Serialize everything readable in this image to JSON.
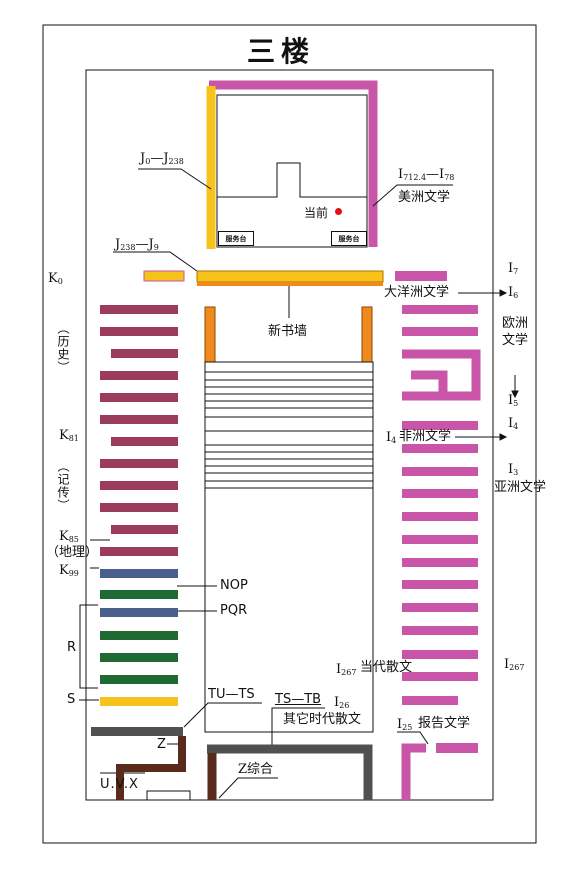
{
  "title": "三楼",
  "service_desk": "服务台",
  "current_location": "当前",
  "colors": {
    "yellow": "#f7c31a",
    "magenta": "#c855a8",
    "maroon": "#9b3d5a",
    "orange": "#f08a1c",
    "navy": "#4a5f8c",
    "green": "#1e6a32",
    "gray": "#505050",
    "brown": "#5a2a1c",
    "red": "#e01010"
  },
  "labels": {
    "j0_j238": [
      "J",
      "0",
      "—J",
      "238"
    ],
    "i712_i78": [
      "I",
      "712.4",
      "—I",
      "78"
    ],
    "american_lit": "美洲文学",
    "j238_j9": [
      "J",
      "238",
      "—J",
      "9"
    ],
    "k0": [
      "K",
      "0"
    ],
    "history": "（历史）",
    "k81": [
      "K",
      "81"
    ],
    "biography": "（记传）",
    "k85": [
      "K",
      "85"
    ],
    "geography": "（地理）",
    "k99": [
      "K",
      "99"
    ],
    "i7": [
      "I",
      "7"
    ],
    "oceania_lit": "大洋洲文学",
    "i6": [
      "I",
      "6"
    ],
    "europe_lit": "欧洲文学",
    "i5": [
      "I",
      "5"
    ],
    "i4": [
      "I",
      "4"
    ],
    "africa_lit": "非洲文学",
    "i4_right": [
      "I",
      "4"
    ],
    "i3": [
      "I",
      "3"
    ],
    "asia_lit": "亚洲文学",
    "new_book_wall": "新书墙",
    "nop": "NOP",
    "pqr": "PQR",
    "r": "R",
    "s": "S",
    "tu_ts": "TU—TS",
    "ts_tb": "TS—TB",
    "i26": [
      "I",
      "26"
    ],
    "other_prose": "其它时代散文",
    "i267": [
      "I",
      "267"
    ],
    "contemporary_prose": "当代散文",
    "i267_right": [
      "I",
      "267"
    ],
    "i25": [
      "I",
      "25"
    ],
    "report_lit": "报告文学",
    "z": "Z",
    "z_general": "Z综合",
    "uvx": "U.V.X"
  }
}
